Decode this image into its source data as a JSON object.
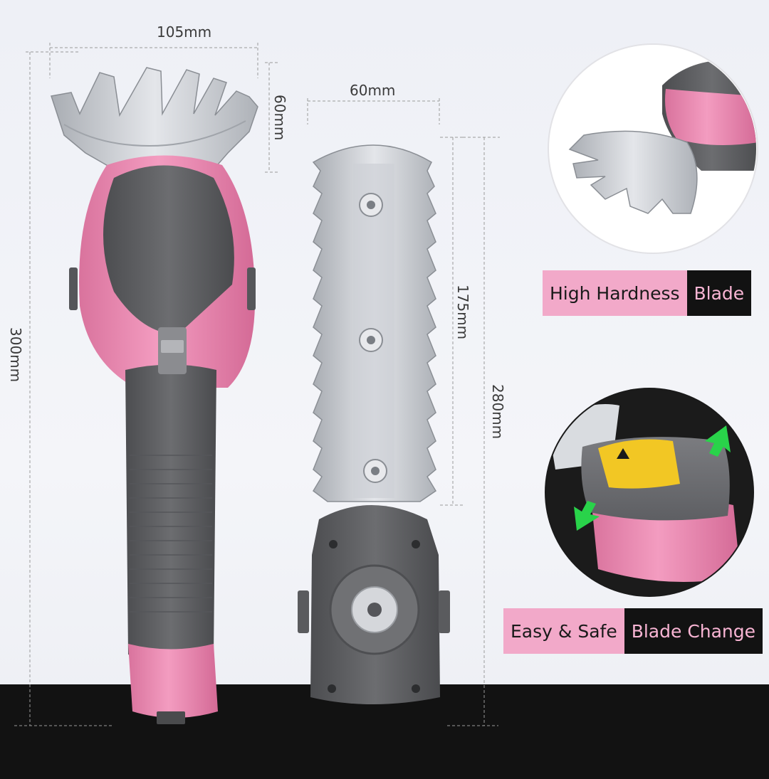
{
  "dimensions": {
    "width_105": "105mm",
    "height_60": "60mm",
    "width_60": "60mm",
    "length_175": "175mm",
    "length_280": "280mm",
    "height_300": "300mm"
  },
  "banners": {
    "hardness": {
      "left": "High Hardness",
      "right": "Blade"
    },
    "change": {
      "left": "Easy & Safe",
      "right": "Blade Change"
    }
  },
  "colors": {
    "pink": "#ee8fb5",
    "pink_dark": "#d96f9b",
    "gray": "#5f6062",
    "gray_dark": "#4a4b4d",
    "blade": "#c9ccd1",
    "arrow": "#29d34a",
    "warning_yellow": "#f2c724"
  },
  "icons": [
    "warning-triangle-icon",
    "green-arrow-icon"
  ]
}
